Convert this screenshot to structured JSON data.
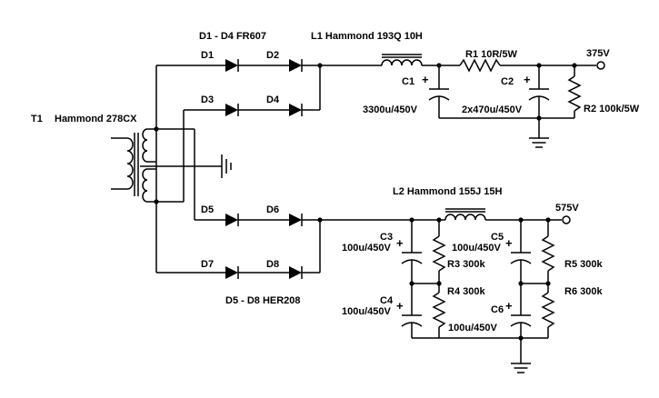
{
  "labels": {
    "T1": "T1",
    "T1_part": "Hammond 278CX",
    "D_upper": "D1 - D4 FR607",
    "D_lower": "D5 - D8 HER208",
    "D1": "D1",
    "D2": "D2",
    "D3": "D3",
    "D4": "D4",
    "D5": "D5",
    "D6": "D6",
    "D7": "D7",
    "D8": "D8",
    "L1": "L1  Hammond 193Q 10H",
    "L2": "L2   Hammond 155J 15H",
    "R1": "R1  10R/5W",
    "R2": "R2 100k/5W",
    "C1": "C1",
    "C1_val": "3300u/450V",
    "C2": "C2",
    "C2_val": "2x470u/450V",
    "V_upper": "375V",
    "V_lower": "575V",
    "C3": "C3",
    "C3_val": "100u/450V",
    "C4": "C4",
    "C4_val": "100u/450V",
    "C5": "C5",
    "C5_val": "100u/450V",
    "C6": "C6",
    "C6_val": "100u/450V",
    "R3": "R3 300k",
    "R4": "R4 300k",
    "R5": "R5 300k",
    "R6": "R6 300k",
    "plus": "+"
  }
}
